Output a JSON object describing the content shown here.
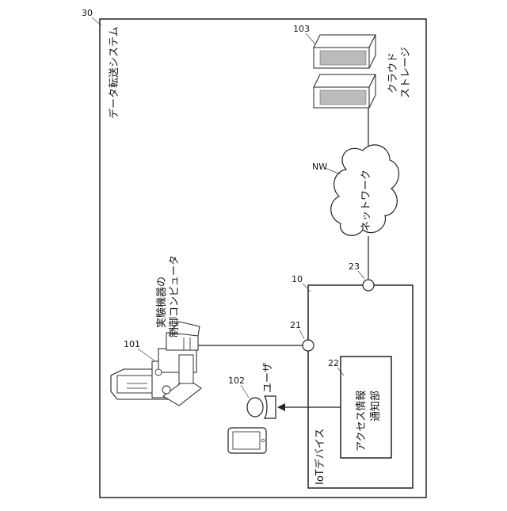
{
  "system": {
    "title": "データ転送システム",
    "ref": "30"
  },
  "cloud_storage": {
    "label_line1": "クラウド",
    "label_line2": "ストレージ",
    "ref": "103"
  },
  "network": {
    "label": "ネットワーク",
    "ref": "NW"
  },
  "iot_device": {
    "label": "IoTデバイス",
    "ref": "10"
  },
  "access_notifier": {
    "label_line1": "アクセス情報",
    "label_line2": "通知部",
    "ref": "22"
  },
  "terminal_upper": {
    "ref": "23"
  },
  "terminal_left": {
    "ref": "21"
  },
  "control_computer": {
    "label_line1": "実験機器の",
    "label_line2": "制御コンピュータ",
    "ref": "101"
  },
  "user": {
    "label": "ユーザ",
    "ref": "102"
  }
}
